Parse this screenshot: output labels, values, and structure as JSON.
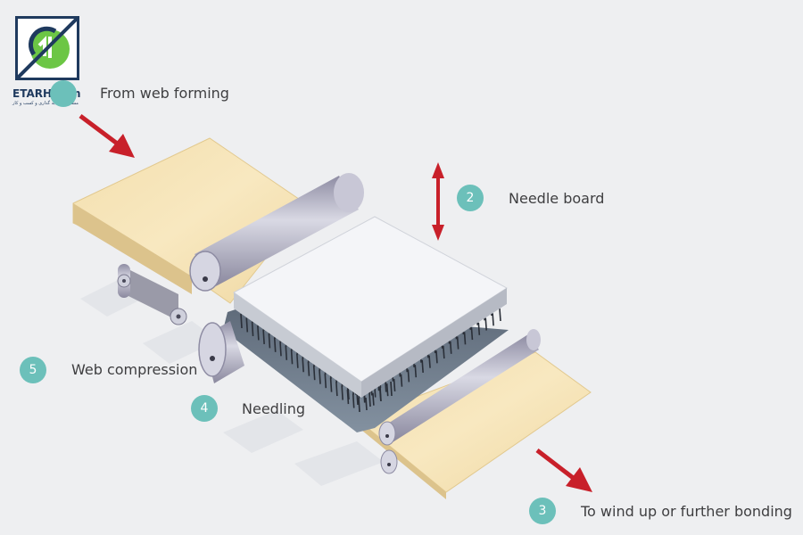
{
  "logo": {
    "brand": "ETARH.com",
    "tagline": "مشاور سرمایه گذاری و کسب و کار"
  },
  "steps": [
    {
      "number": "",
      "label": "From web forming"
    },
    {
      "number": "2",
      "label": "Needle board"
    },
    {
      "number": "3",
      "label": "To wind up or further bonding"
    },
    {
      "number": "4",
      "label": "Needling"
    },
    {
      "number": "5",
      "label": "Web compression"
    }
  ],
  "colors": {
    "badge": "#6cc0ba",
    "arrow": "#c8202a",
    "web": "#f0dcaa",
    "needle_board": "#f2f3f6",
    "roller": "#b8b7c8",
    "logo_navy": "#1f3a5e",
    "logo_green": "#6cc645"
  }
}
